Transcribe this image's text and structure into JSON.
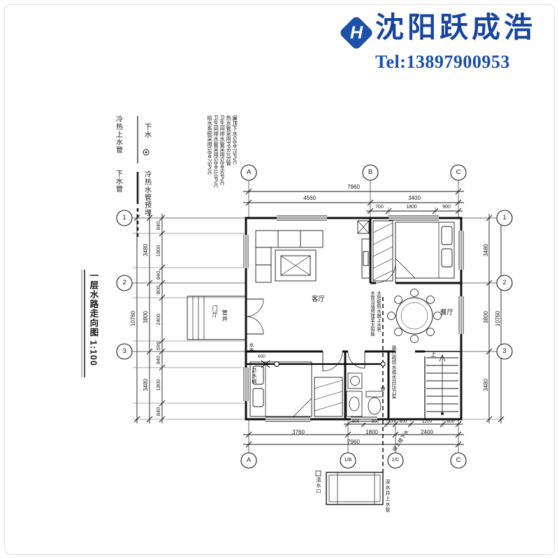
{
  "logo": {
    "letter": "H",
    "brand": "沈阳跃成浩",
    "tel": "Tel:13897900953"
  },
  "colors": {
    "brand_blue": "#17449e",
    "line": "#1a1a1a"
  },
  "legend": {
    "items": [
      {
        "label": "冷热上水管",
        "symbol": "thin-solid-line"
      },
      {
        "label": "下水",
        "symbol": "double-circle"
      },
      {
        "label": "下水管",
        "symbol": "thick-solid-line"
      },
      {
        "label": "冷热水管预埋",
        "symbol": "thick-dashed-line"
      }
    ]
  },
  "notes": {
    "lines": [
      "给水系统采用GBΦ75PVC",
      "卫生间排水管采用GBΦ110PVC",
      "卫生间排水管采用GBΦ50PVC",
      "热水管采用PPR3分管",
      "屋顶下水GBΦ75PVC"
    ]
  },
  "title": {
    "text": "一层水路走向图 1:100"
  },
  "axes": {
    "top": [
      "A",
      "B",
      "C"
    ],
    "left": [
      "1",
      "2",
      "3"
    ],
    "right": [
      "1",
      "2",
      "3"
    ],
    "bottom": [
      "A",
      "1/B",
      "1/C",
      "C"
    ]
  },
  "dims": {
    "top_total": "7960",
    "top_row": [
      "4560",
      "3400"
    ],
    "top_sub": [
      "700",
      "1800",
      "900"
    ],
    "left_total": "10760",
    "left_groups": [
      "3480",
      "3800",
      "3480"
    ],
    "left_chain": [
      "840",
      "1800",
      "840",
      "800",
      "2400",
      "599",
      "840",
      "1800",
      "840"
    ],
    "right_total": "10760",
    "right_groups": [
      "3480",
      "3800",
      "3480"
    ],
    "bottom_sub": [
      "600",
      "900",
      "300",
      "600",
      "1200",
      "600"
    ],
    "bottom_row": [
      "3760",
      "1800",
      "2400"
    ],
    "bottom_total": "7960"
  },
  "rooms": {
    "living": "客厅",
    "dining": "餐厅",
    "foyer": "门厅",
    "shaft": "管井"
  },
  "plan_labels": {
    "water_meter": "水表",
    "meter_dim": "600",
    "main_valve": "总水阀",
    "stairs_up": "上",
    "pipe_note1": "水管沿墙预埋至太阳能",
    "pipe_note2": "太阳能热水器上水管",
    "pump_note": "装市政供水或水井压力泵",
    "drain_note": "接上楼下水",
    "tank_left": "清水口",
    "tank_right": "深水井上水管"
  }
}
